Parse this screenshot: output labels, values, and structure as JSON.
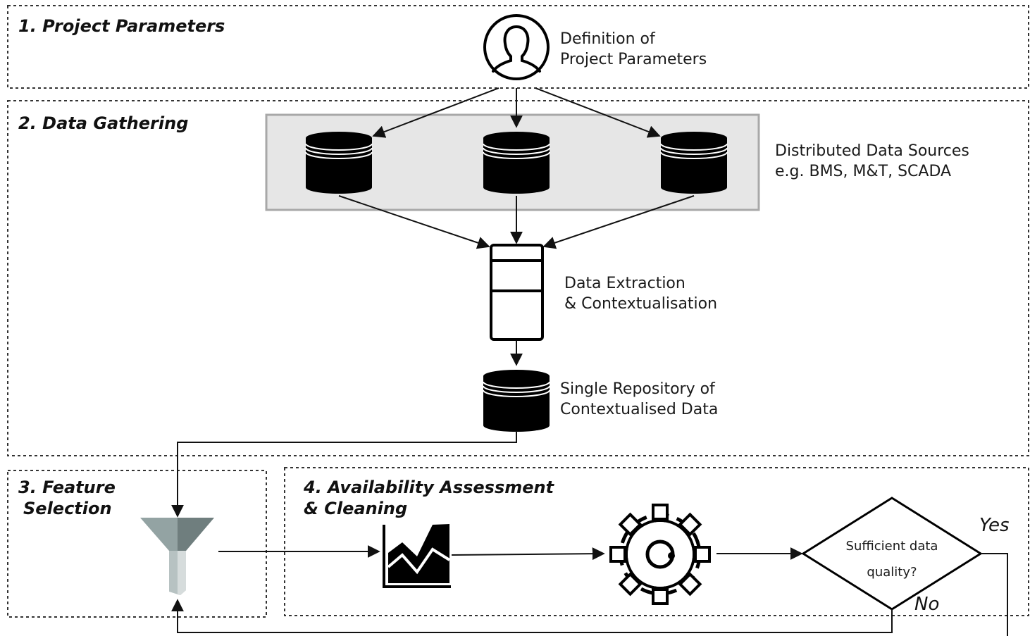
{
  "sections": {
    "project_parameters": "1. Project Parameters",
    "data_gathering": "2. Data Gathering",
    "feature_selection": [
      "3. Feature",
      "Selection"
    ],
    "availability": [
      "4. Availability Assessment",
      "& Cleaning"
    ]
  },
  "nodes": {
    "definition": [
      "Definition of",
      "Project Parameters"
    ],
    "distributed_sources": [
      "Distributed Data Sources",
      "e.g. BMS, M&T, SCADA"
    ],
    "extraction": [
      "Data Extraction",
      "& Contextualisation"
    ],
    "repository": [
      "Single Repository of",
      "Contextualised Data"
    ],
    "decision": [
      "Sufficient data",
      "quality?"
    ]
  },
  "decision_branches": {
    "yes": "Yes",
    "no": "No"
  },
  "icons": [
    "user-icon",
    "database-icon",
    "table-icon",
    "funnel-icon",
    "chart-icon",
    "gear-icon"
  ],
  "colors": {
    "sources_panel_fill": "#e6e6e6",
    "sources_panel_stroke": "#a8a8a8",
    "funnel": "#8a9898"
  }
}
